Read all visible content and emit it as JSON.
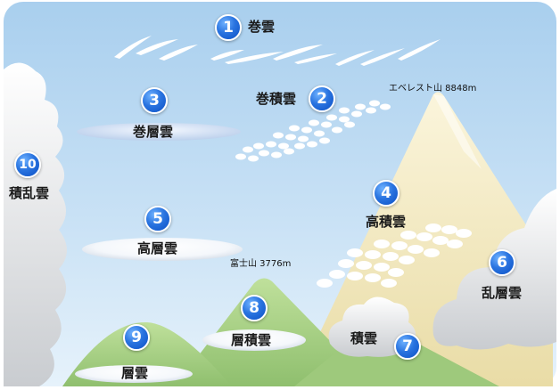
{
  "clouds": [
    {
      "number": "1",
      "name": "巻雲"
    },
    {
      "number": "2",
      "name": "巻積雲"
    },
    {
      "number": "3",
      "name": "巻層雲"
    },
    {
      "number": "4",
      "name": "高積雲"
    },
    {
      "number": "5",
      "name": "高層雲"
    },
    {
      "number": "6",
      "name": "乱層雲"
    },
    {
      "number": "7",
      "name": "積雲"
    },
    {
      "number": "8",
      "name": "層積雲"
    },
    {
      "number": "9",
      "name": "層雲"
    },
    {
      "number": "10",
      "name": "積乱雲"
    }
  ],
  "mountains": {
    "everest": "エベレスト山 8848m",
    "fuji": "富士山 3776m"
  },
  "colors": {
    "sky_top": "#a9cfee",
    "sky_bottom": "#e6f2fb",
    "everest": "#f1e7bc",
    "green_hill": "#a7cf84",
    "badge": "#1f6fe0"
  }
}
